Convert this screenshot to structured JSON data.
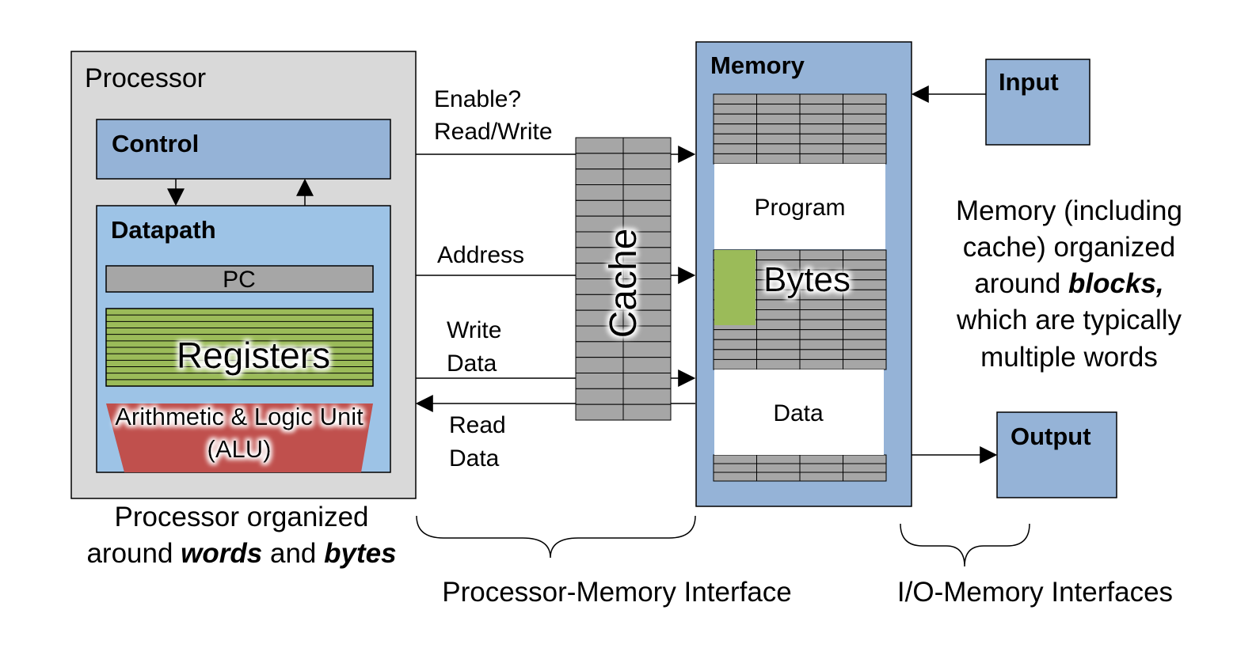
{
  "colors": {
    "processor_fill": "#d9d9d9",
    "control_fill": "#95b3d7",
    "datapath_fill": "#9dc3e6",
    "pc_fill": "#a6a6a6",
    "registers_fill": "#9bbb59",
    "alu_fill": "#c0504d",
    "memory_fill": "#95b3d7",
    "grid_fill": "#a6a6a6",
    "io_fill": "#95b3d7"
  },
  "processor": {
    "title": "Processor",
    "control": "Control",
    "datapath": "Datapath",
    "pc": "PC",
    "registers": "Registers",
    "alu_line1": "Arithmetic & Logic Unit",
    "alu_line2": "(ALU)"
  },
  "signals": {
    "enable": "Enable?",
    "read_write": "Read/Write",
    "address": "Address",
    "write_line1": "Write",
    "write_line2": "Data",
    "read_line1": "Read",
    "read_line2": "Data"
  },
  "cache": {
    "label": "Cache"
  },
  "memory": {
    "title": "Memory",
    "program": "Program",
    "bytes": "Bytes",
    "data": "Data"
  },
  "io": {
    "input": "Input",
    "output": "Output"
  },
  "captions": {
    "processor_line1": "Processor organized",
    "processor_line2_a": "around ",
    "processor_line2_b": "words",
    "processor_line2_c": " and ",
    "processor_line2_d": "bytes",
    "memory_line1": "Memory (including",
    "memory_line2": "cache) organized",
    "memory_line3_a": "around ",
    "memory_line3_b": "blocks,",
    "memory_line4": "which are typically",
    "memory_line5": "multiple words",
    "pm_interface": "Processor-Memory Interface",
    "io_interface": "I/O-Memory Interfaces"
  }
}
